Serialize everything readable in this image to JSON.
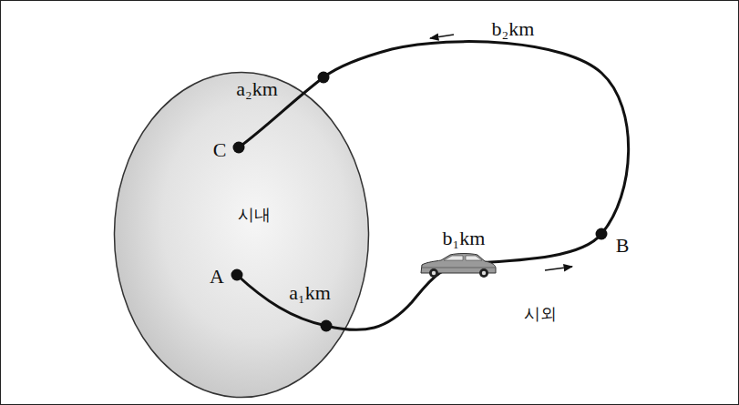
{
  "diagram": {
    "nodes": [
      {
        "text": [
          "시내"
        ]
      }
    ],
    "labels": [
      "a₂km",
      "C",
      "A",
      "a₁km",
      "b₁km",
      "B",
      "시외",
      "b₂km"
    ]
  }
}
